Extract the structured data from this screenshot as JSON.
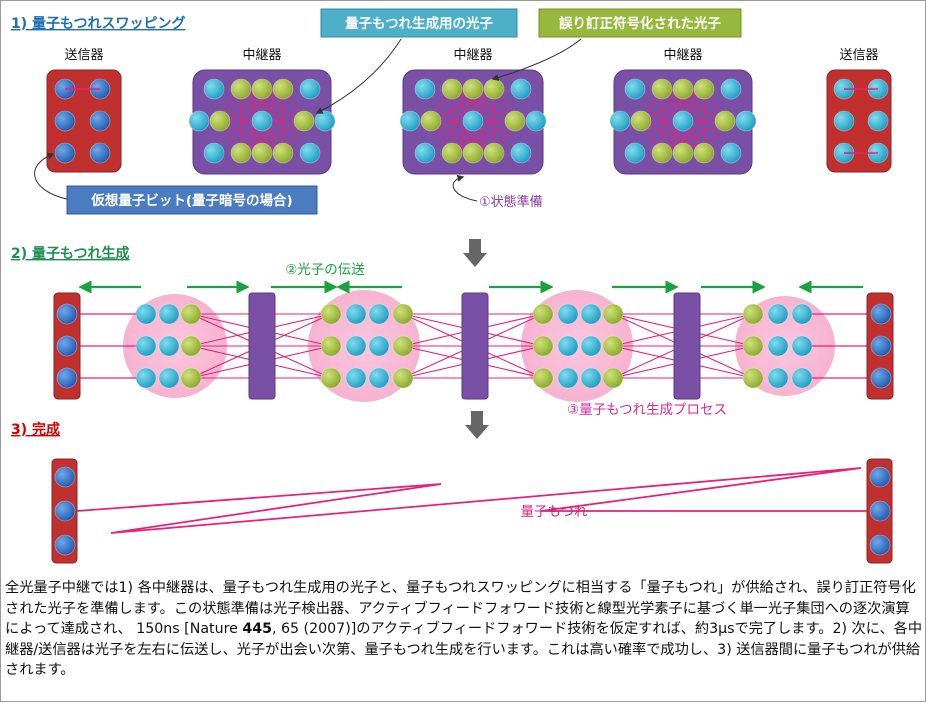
{
  "sections": {
    "s1": "1) 量子もつれスワッピング",
    "s2": "2) 量子もつれ生成",
    "s3": "3) 完成"
  },
  "labels": {
    "sender": "送信器",
    "repeater": "中継器",
    "entangled_photon": "量子もつれ生成用の光子",
    "encoded_photon": "誤り訂正符号化された光子",
    "virtual_qubit": "仮想量子ビット(量子暗号の場合)",
    "state_prep": "①状態準備",
    "photon_transfer": "②光子の伝送",
    "entangle_process": "③量子もつれ生成プロセス",
    "entanglement": "量子もつれ"
  },
  "caption": {
    "before": "全光量子中継では1) 各中継器は、量子もつれ生成用の光子と、量子もつれスワッピングに相当する「量子もつれ」が供給され、誤り訂正符号化された光子を準備します。この状態準備は光子検出器、アクティブフィードフォワード技術と線型光学素子に基づく単一光子集団への逐次演算によって達成され、 150ns [Nature ",
    "bold": "445",
    "after": ", 65 (2007)]のアクティブフィードフォワード技術を仮定すれば、約3μsで完了します。2) 次に、各中継器/送信器は光子を左右に伝送し、光子が出会い次第、量子もつれ生成を行います。これは高い確率で成功し、3) 送信器間に量子もつれが供給されます。"
  },
  "colors": {
    "section_title": "#1f6fb3",
    "section3_title": "#d40000",
    "node_red": "#c0302e",
    "node_purple": "#7a50a6",
    "qubit_blue": "#2a6fc9",
    "qubit_cyan": "#2aaccc",
    "qubit_green": "#a6c03a",
    "link_pink": "#e8207a",
    "arrow_green": "#19a23f",
    "label_cyan": "#4db0c8",
    "label_green": "#96b83c",
    "label_blue": "#4a7cc0",
    "label_purple": "#8a3aa0"
  }
}
